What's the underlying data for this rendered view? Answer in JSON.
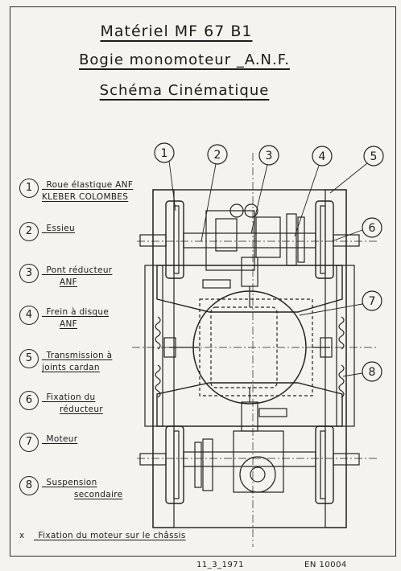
{
  "title": {
    "line1": "Matériel MF 67 B1",
    "line2": "Bogie monomoteur _A.N.F.",
    "line3": "Schéma Cinématique"
  },
  "callouts": [
    "1",
    "2",
    "3",
    "4",
    "5",
    "6",
    "7",
    "8"
  ],
  "legend": [
    {
      "num": "1",
      "lines": [
        "_Roue élastique ANF",
        "KLEBER COLOMBES"
      ]
    },
    {
      "num": "2",
      "lines": [
        "_Essieu"
      ]
    },
    {
      "num": "3",
      "lines": [
        "_Pont réducteur",
        "ANF"
      ]
    },
    {
      "num": "4",
      "lines": [
        "_Frein à disque",
        "ANF"
      ]
    },
    {
      "num": "5",
      "lines": [
        "_Transmission à",
        "joints cardan"
      ]
    },
    {
      "num": "6",
      "lines": [
        "_Fixation du",
        "réducteur"
      ]
    },
    {
      "num": "7",
      "lines": [
        "_Moteur"
      ]
    },
    {
      "num": "8",
      "lines": [
        "_Suspension",
        "secondaire"
      ]
    }
  ],
  "note": {
    "mark": "x",
    "text": "_Fixation du moteur sur le châssis"
  },
  "footer": {
    "date": "11_3_1971",
    "ref": "EN 10004"
  }
}
